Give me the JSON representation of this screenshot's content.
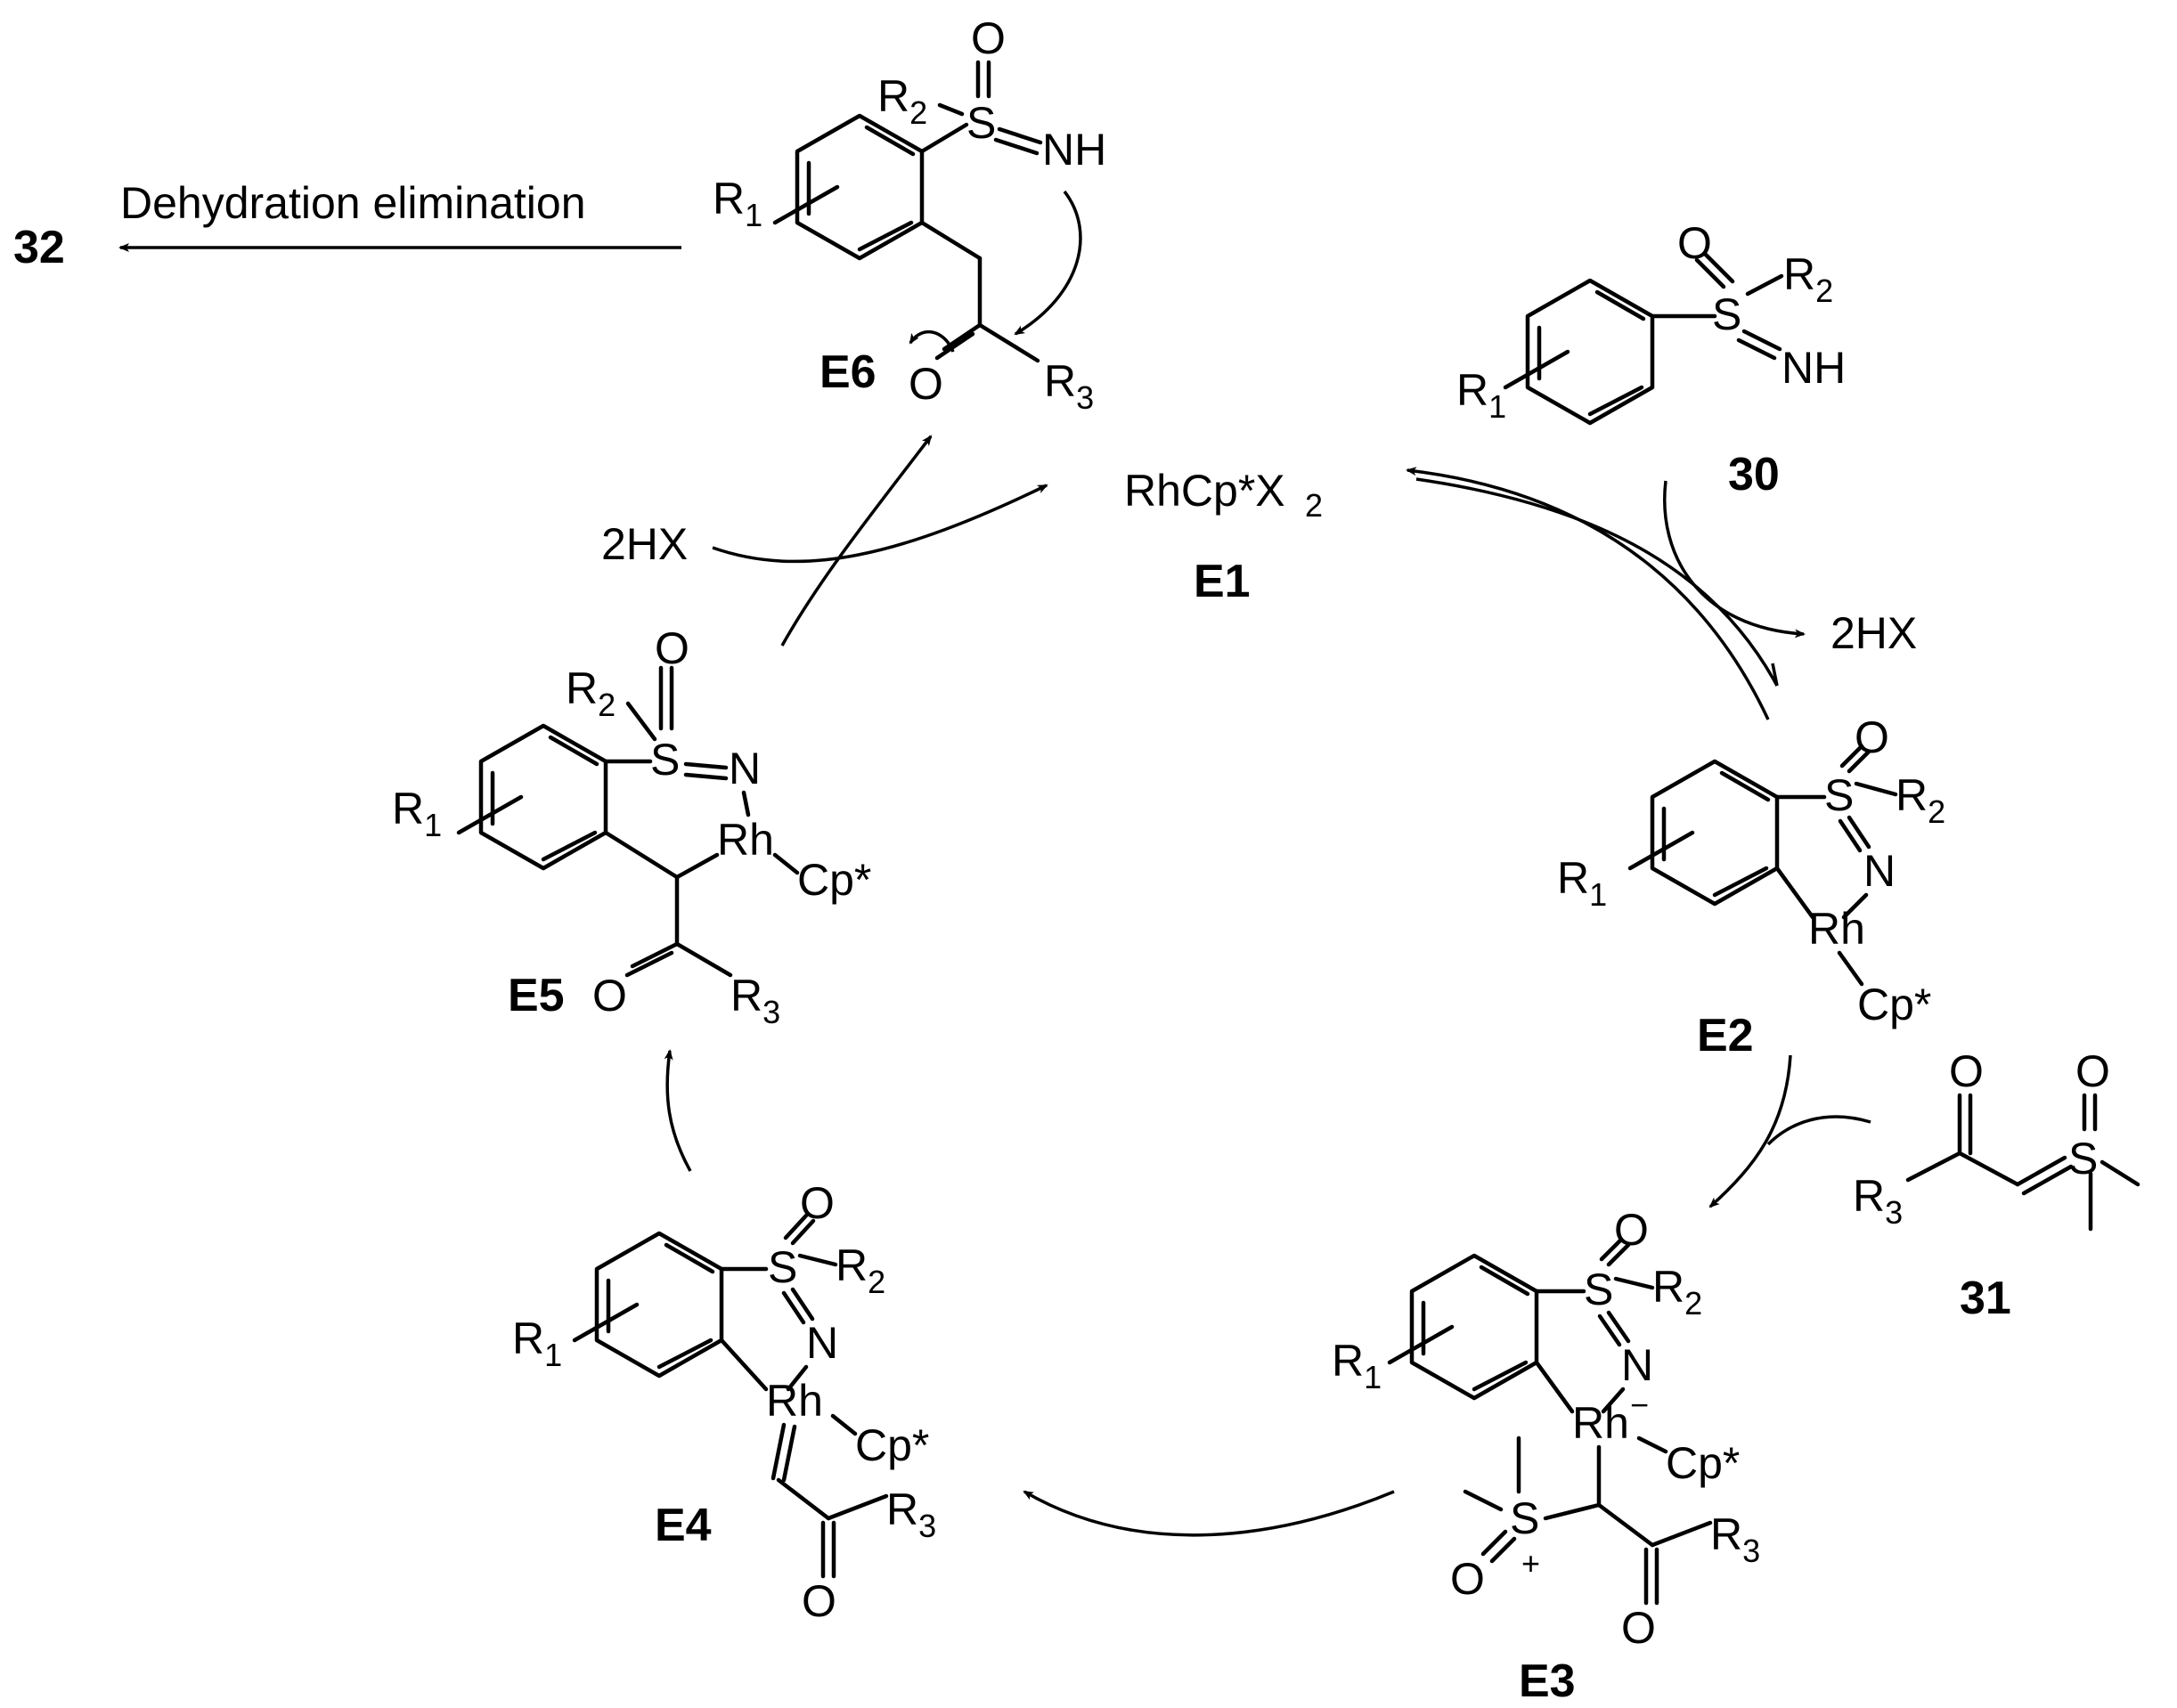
{
  "compounds": {
    "c30": "30",
    "c31": "31",
    "c32": "32",
    "e1": "E1",
    "e2": "E2",
    "e3": "E3",
    "e4": "E4",
    "e5": "E5",
    "e6": "E6"
  },
  "labels": {
    "catalyst": "RhCp*X",
    "catalyst_sub": "2",
    "hx_out": "2HX",
    "hx_in": "2HX",
    "dehydration": "Dehydration elimination"
  },
  "atoms": {
    "O": "O",
    "S": "S",
    "N": "N",
    "NH": "NH",
    "Rh": "Rh",
    "Cp": "Cp*",
    "R": "R",
    "r1": "1",
    "r2": "2",
    "r3": "3",
    "minus": "−",
    "plus": "+"
  }
}
